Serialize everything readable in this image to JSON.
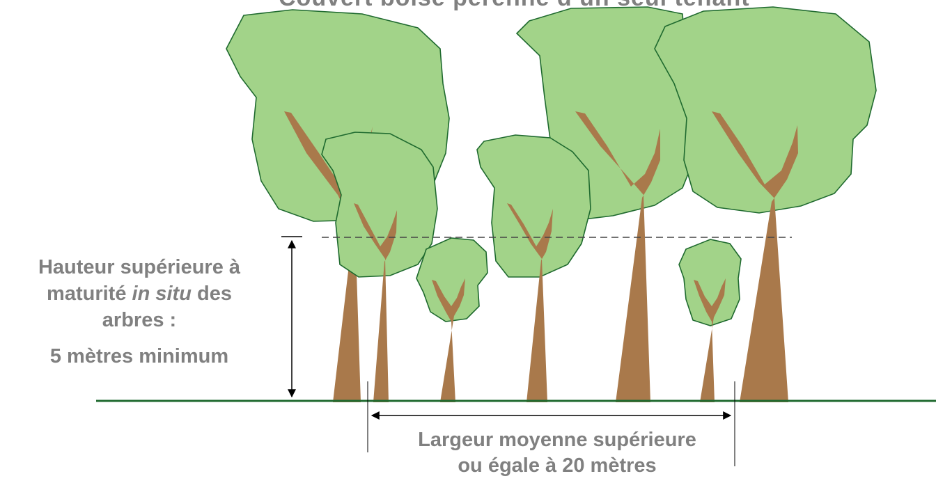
{
  "title": "Couvert boisé pérenne d’un seul tenant",
  "height_label": {
    "line1": "Hauteur supérieure à",
    "line2_prefix": "maturité ",
    "line2_italic": "in situ",
    "line2_suffix": " des",
    "line3": "arbres :",
    "minimum": "5 mètres minimum"
  },
  "width_label": {
    "line1": "Largeur moyenne supérieure",
    "line2": "ou égale à 20 mètres"
  },
  "colors": {
    "canopy": "#a2d389",
    "canopy_outline": "#1f6a2f",
    "trunk": "#a9794b",
    "ground": "#1f6a2f",
    "text": "#808080"
  }
}
